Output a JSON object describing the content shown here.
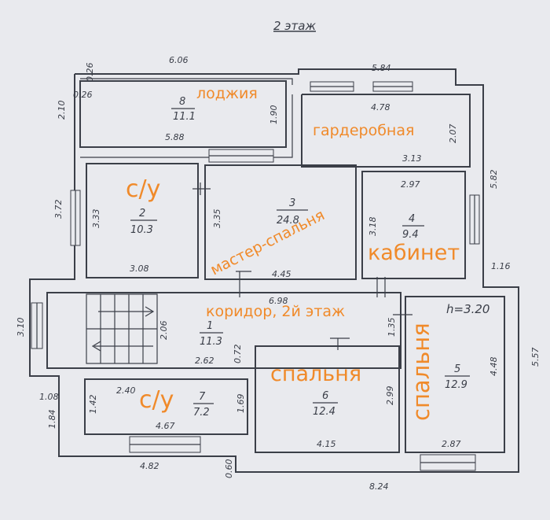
{
  "title": "2 этаж",
  "ceiling_height": "h=3.20",
  "rooms": [
    {
      "id": "loggia",
      "num": "8",
      "area": "11.1",
      "label": "лоджия"
    },
    {
      "id": "wardrobe",
      "num": "",
      "area": "",
      "label": "гардеробная"
    },
    {
      "id": "bath1",
      "num": "2",
      "area": "10.3",
      "label": "с/у"
    },
    {
      "id": "master",
      "num": "3",
      "area": "24.8",
      "label": "мастер-спальня"
    },
    {
      "id": "study",
      "num": "4",
      "area": "9.4",
      "label": "кабинет"
    },
    {
      "id": "corridor",
      "num": "1",
      "area": "11.3",
      "label": "коридор, 2й этаж"
    },
    {
      "id": "bath2",
      "num": "7",
      "area": "7.2",
      "label": "с/у"
    },
    {
      "id": "bed6",
      "num": "6",
      "area": "12.4",
      "label": "спальня"
    },
    {
      "id": "bed5",
      "num": "5",
      "area": "12.9",
      "label": "спальня"
    }
  ],
  "dimensions": {
    "top_left": "6.06",
    "top_right": "5.84",
    "d026a": "0.26",
    "d026b": "0.26",
    "d210": "2.10",
    "loggia_right": "1.90",
    "loggia_bottom": "5.88",
    "ward_top": "4.78",
    "ward_right": "2.07",
    "ward_bottom": "3.13",
    "right_582": "5.82",
    "left_372": "3.72",
    "bath1_left": "3.33",
    "bath1_bottom": "3.08",
    "master_left": "3.35",
    "master_bottom": "4.45",
    "study_top": "2.97",
    "study_left": "3.18",
    "right_116": "1.16",
    "corr_top": "6.98",
    "corr_mid": "2.06",
    "corr_right": "1.35",
    "left_310": "3.10",
    "d262": "2.62",
    "d072": "0.72",
    "bath2_top": "2.40",
    "bath2_left": "1.42",
    "bath2_right": "1.69",
    "bath2_bottom": "4.67",
    "left_108": "1.08",
    "left_184": "1.84",
    "bed6_right": "2.99",
    "bed6_bottom": "4.15",
    "bed5_right": "4.48",
    "bed5_bottom": "2.87",
    "right_557": "5.57",
    "bottom_482": "4.82",
    "bottom_060": "0.60",
    "bottom_824": "8.24"
  }
}
